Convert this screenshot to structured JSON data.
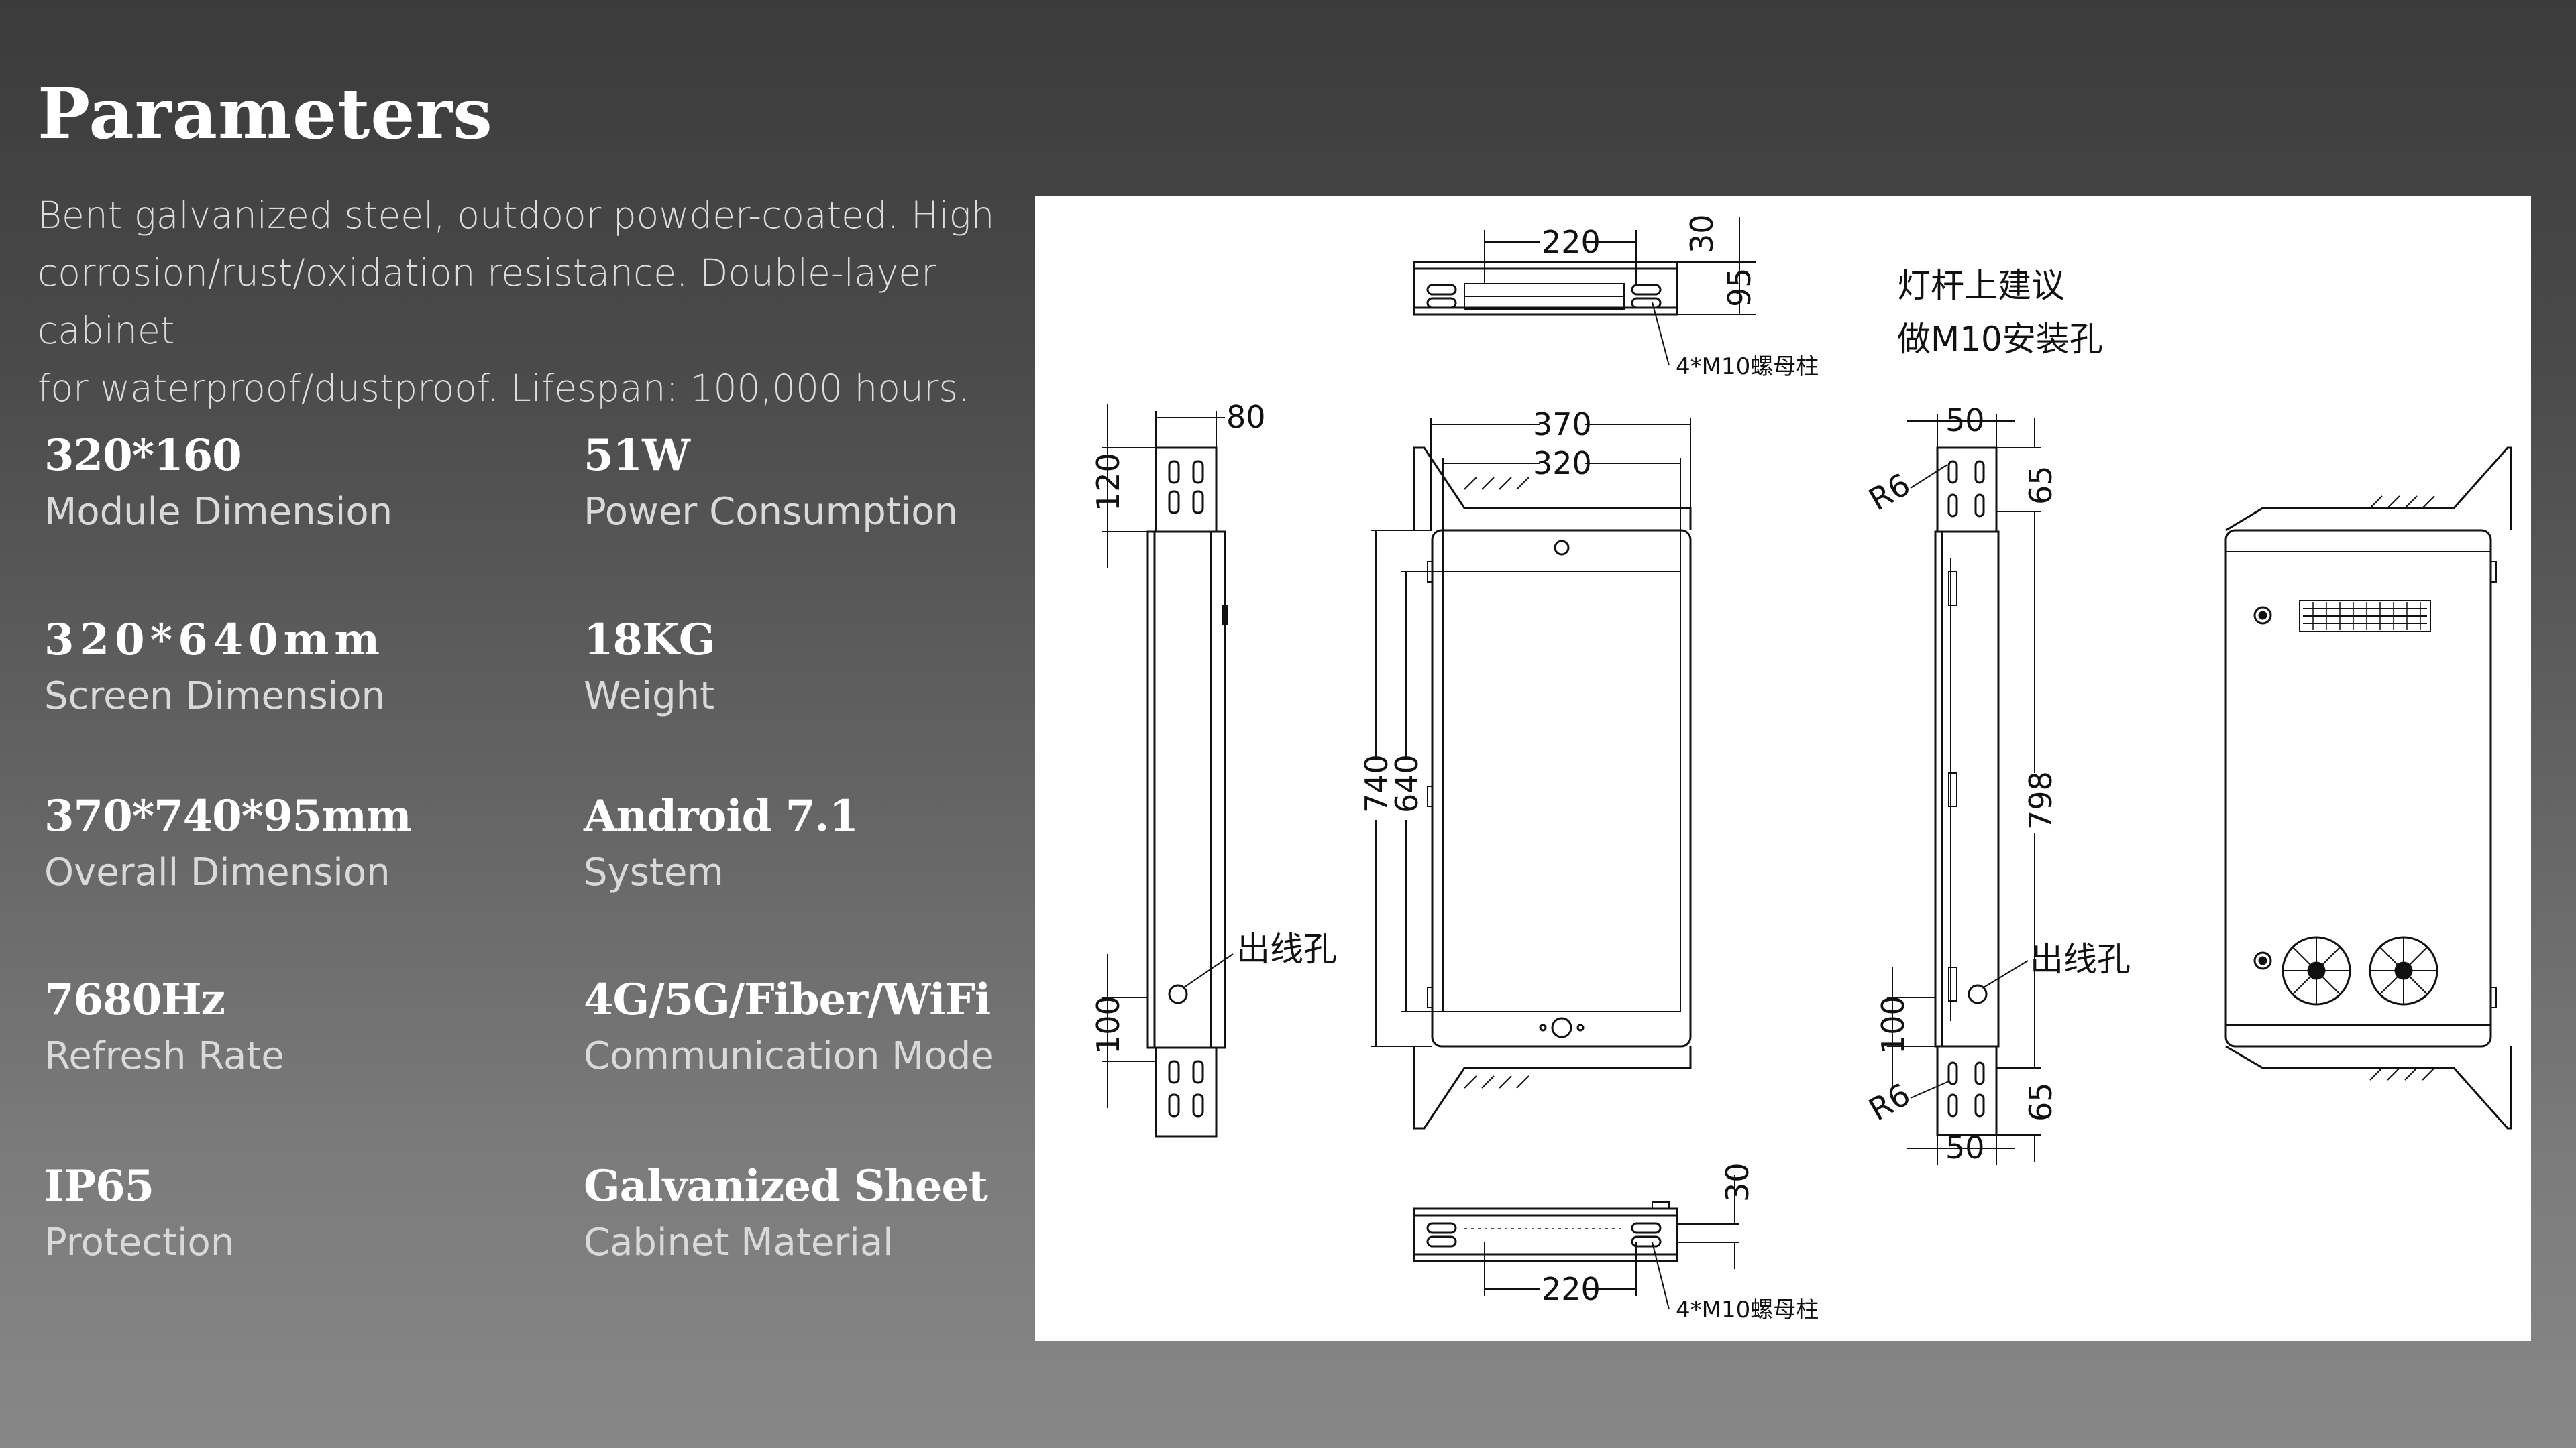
{
  "page": {
    "title": "Parameters",
    "description_lines": [
      "Bent galvanized steel, outdoor powder-coated. High",
      "corrosion/rust/oxidation resistance. Double-layer cabinet",
      "for waterproof/dustproof. Lifespan: 100,000 hours."
    ]
  },
  "specs": [
    {
      "value": "320*160",
      "label": "Module Dimension"
    },
    {
      "value": "51W",
      "label": "Power Consumption"
    },
    {
      "value": "320*640mm",
      "label": "Screen Dimension"
    },
    {
      "value": "18KG",
      "label": "Weight"
    },
    {
      "value": "370*740*95mm",
      "label": "Overall Dimension"
    },
    {
      "value": "Android 7.1",
      "label": "System"
    },
    {
      "value": "7680Hz",
      "label": "Refresh Rate"
    },
    {
      "value": "4G/5G/Fiber/WiFi",
      "label": "Communication Mode"
    },
    {
      "value": "IP65",
      "label": "Protection"
    },
    {
      "value": "Galvanized Sheet",
      "label": "Cabinet Material"
    }
  ],
  "drawing": {
    "top_view": {
      "width_dim": "220",
      "height_dim_small": "30",
      "height_dim": "95",
      "bolt_note": "4*M10螺母柱"
    },
    "pole_note_line1": "灯杆上建议",
    "pole_note_line2": "做M10安装孔",
    "side_view": {
      "depth_dim": "80",
      "top_bracket_dim": "120",
      "bottom_bracket_dim": "100",
      "cable_hole": "出线孔"
    },
    "front_view": {
      "overall_width": "370",
      "screen_width": "320",
      "overall_height": "740",
      "screen_height": "640"
    },
    "rear_side_view": {
      "bracket_width": "50",
      "radius": "R6",
      "bracket_top": "65",
      "total_height": "798",
      "bottom_bracket": "100",
      "bracket_bottom": "65",
      "bracket_width_bottom": "50",
      "radius_bottom": "R6",
      "cable_hole": "出线孔"
    },
    "bottom_view": {
      "width_dim": "220",
      "height_dim_small": "30",
      "bolt_note": "4*M10螺母柱"
    }
  }
}
